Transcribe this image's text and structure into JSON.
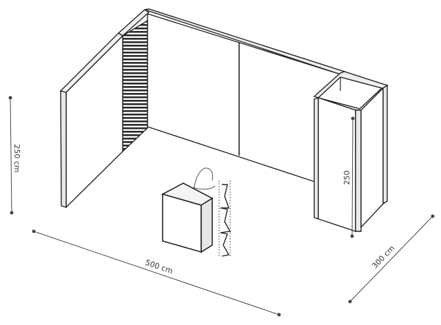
{
  "dimensions": {
    "height": "250 cm",
    "width": "500 cm",
    "depth": "300 cm",
    "cabin_height": "250"
  },
  "colors": {
    "line": "#222222",
    "wall_fill": "#ffffff",
    "wall_edge_fill": "#e9e9e9",
    "slat_fill": "#2a2a2a",
    "dim_line": "#444444",
    "label_bg": "#ffffff"
  }
}
